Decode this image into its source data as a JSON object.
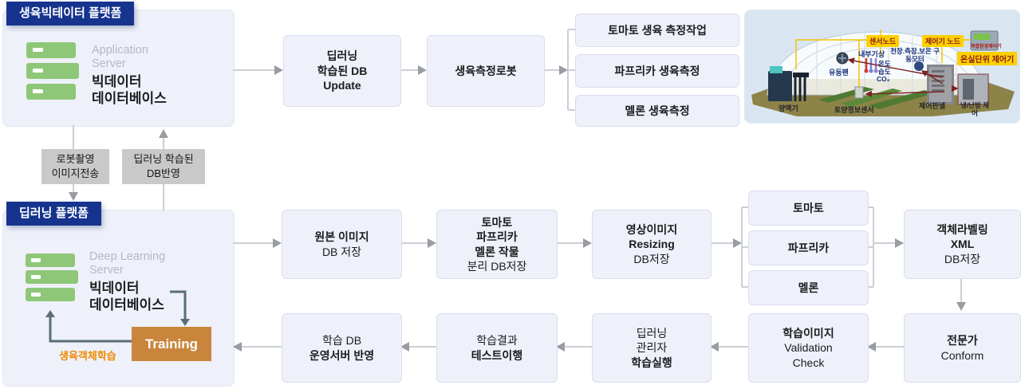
{
  "colors": {
    "navy": "#16338e",
    "boxbg": "#eef1f9",
    "boxborder": "#d9ddee",
    "graybox": "#c9c9c9",
    "orange": "#c9853c",
    "orange-text": "#ef8a00",
    "green": "#8fc779",
    "yellow": "#fdd000"
  },
  "platform_growth": {
    "badge": "생육빅테이터 플랫폼",
    "server_role": "Application Server",
    "server_name1": "빅데이터",
    "server_name2": "데이터베이스"
  },
  "platform_dl": {
    "badge": "딥러닝 플랫폼",
    "server_role": "Deep Learning Server",
    "server_name1": "빅데이터",
    "server_name2": "데이터베이스",
    "training": "Training",
    "loop_label": "생육객체학습"
  },
  "transfer": {
    "robot_upload1": "로봇촬영",
    "robot_upload2": "이미지전송",
    "db_reflect1": "딥러닝 학습된",
    "db_reflect2": "DB반영"
  },
  "flow_top": {
    "db_update1": "딥러닝",
    "db_update2": "학습된 DB",
    "db_update3": "Update",
    "robot": "생육측정로봇",
    "task1": "토마토 생육 측정작업",
    "task2": "파프리카 생육측정",
    "task3": "멜론 생육측정"
  },
  "flow_mid": {
    "save1_1": "원본 이미지",
    "save1_2": "DB 저장",
    "split1": "토마토",
    "split2": "파프리카",
    "split3": "멜론 작물",
    "split4": "분리 DB저장",
    "resize1": "영상이미지",
    "resize2": "Resizing",
    "resize3": "DB저장",
    "crop1": "토마토",
    "crop2": "파프리카",
    "crop3": "멜론",
    "label1": "객체라벨링",
    "label2": "XML",
    "label3": "DB저장"
  },
  "flow_bottom": {
    "expert1": "전문가",
    "expert2": "Conform",
    "valid1": "학습이미지",
    "valid2": "Validation",
    "valid3": "Check",
    "train1": "딥러닝",
    "train2": "관리자",
    "train3": "학습실행",
    "test1": "학습결과",
    "test2": "테스트이행",
    "deploy1": "학습 DB",
    "deploy2": "운영서버 반영"
  },
  "greenhouse": {
    "sensor_node": "센서노드",
    "controller_node": "제어기 노드",
    "unit_controller": "온실단위 제어기",
    "device_caption": "복합환경제어기",
    "indoor_weather": "내부기상",
    "motor": "천장.측장.보온 구동모터",
    "temp": "온도",
    "humidity": "습도",
    "co2": "CO₂",
    "fan": "유동팬",
    "nutrient": "양액기",
    "soil_sensor": "토양정보센서",
    "control_panel": "제어판넬",
    "hvac": "냉/난방 제어"
  }
}
